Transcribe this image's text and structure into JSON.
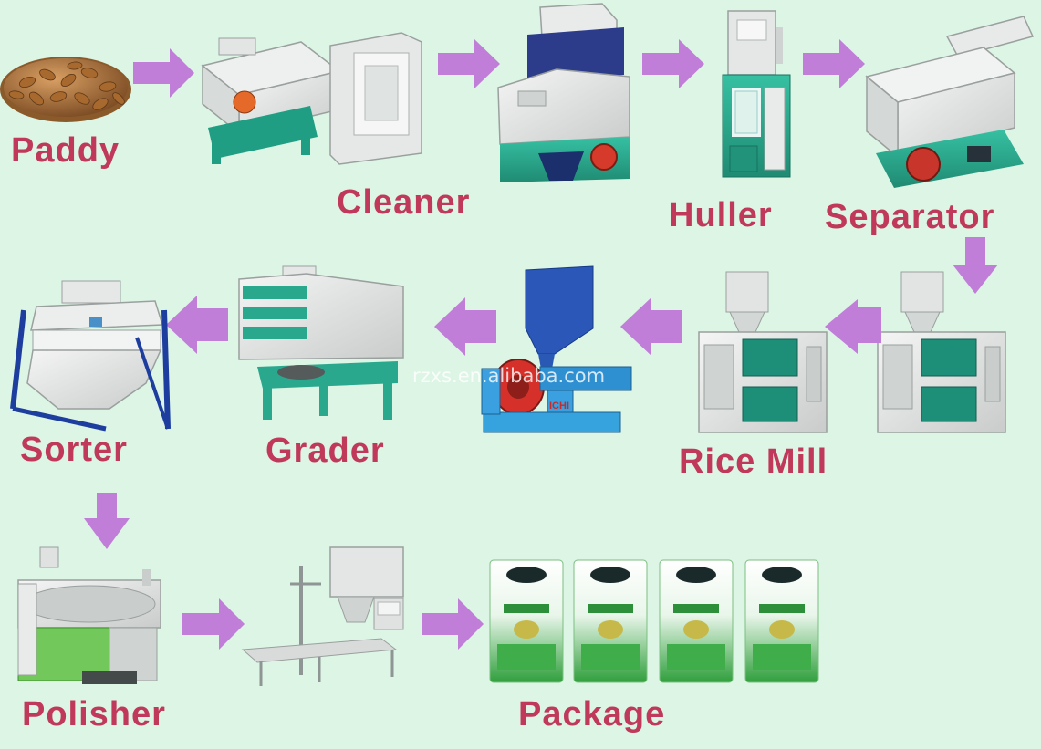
{
  "colors": {
    "background": "#dcf5e5",
    "label": "#c0395a",
    "arrow": "#c07ed8",
    "machine_teal": "#2aa88e",
    "machine_grey": "#e4e6e4",
    "bag_green": "#3fae4a"
  },
  "steps": {
    "paddy": "Paddy",
    "cleaner": "Cleaner",
    "huller": "Huller",
    "separator": "Separator",
    "rice_mill": "Rice Mill",
    "grader": "Grader",
    "sorter": "Sorter",
    "polisher": "Polisher",
    "package": "Package"
  },
  "watermark": "rzxs.en.alibaba.com",
  "icons": {
    "paddy": "paddy-grain-image",
    "cleaner": "vibrating-cleaner-icon",
    "destoner": "destoner-machine-icon",
    "huller": "rubber-roll-huller-icon",
    "separator": "paddy-separator-icon",
    "rice_mill": "rice-whitener-icon",
    "grader": "rice-grader-icon",
    "sorter": "color-sorter-icon",
    "polisher": "rice-polisher-icon",
    "packing": "packing-machine-icon",
    "bag": "rice-bag-icon",
    "arrow": "flow-arrow-icon"
  }
}
